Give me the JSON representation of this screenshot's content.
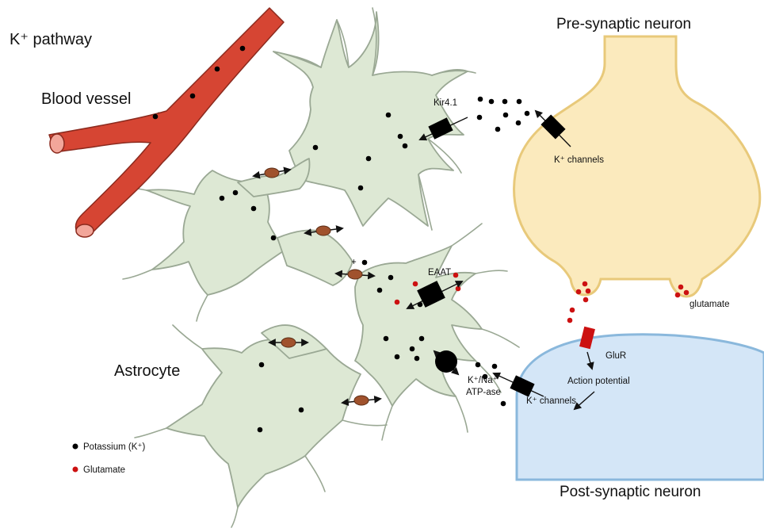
{
  "labels": {
    "k_pathway": "K⁺ pathway",
    "blood_vessel": "Blood vessel",
    "astrocyte": "Astrocyte",
    "pre_synaptic": "Pre-synaptic neuron",
    "post_synaptic": "Post-synaptic neuron",
    "kir41": "Kir4.1",
    "k_channels_pre": "K⁺ channels",
    "k_channels_post": "K⁺ channels",
    "eaat": "EAAT",
    "glutamate_release": "glutamate",
    "glur": "GluR",
    "action_potential": "Action potential",
    "atpase_line1": "K⁺/Na⁺",
    "atpase_line2": "ATP-ase",
    "plus": "+"
  },
  "legend": {
    "potassium": "Potassium (K⁺)",
    "glutamate": "Glutamate"
  },
  "colors": {
    "astrocyte_fill": "#dde8d4",
    "astrocyte_stroke": "#9aa894",
    "pre_neuron_fill": "#fbeabd",
    "pre_neuron_stroke": "#e8c97a",
    "post_neuron_fill": "#d4e6f7",
    "post_neuron_stroke": "#8ab8dc",
    "vessel_fill": "#d64533",
    "vessel_stroke": "#8b2a1e",
    "potassium": "#000000",
    "glutamate": "#cc1111",
    "gap_junction": "#a0522d",
    "glur": "#cc1111"
  }
}
